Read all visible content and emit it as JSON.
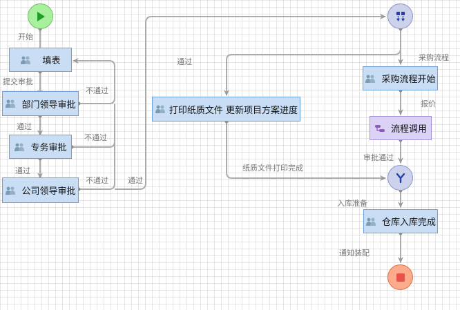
{
  "diagram": {
    "nodes": {
      "start": {
        "type": "start-event",
        "icon": "play-icon"
      },
      "fill_form": {
        "label": "填表",
        "type": "user-task",
        "icon": "users-icon"
      },
      "dept_approval": {
        "label": "部门领导审批",
        "type": "user-task",
        "icon": "users-icon"
      },
      "affairs_approval": {
        "label": "专务审批",
        "type": "user-task",
        "icon": "users-icon"
      },
      "company_approval": {
        "label": "公司领导审批",
        "type": "user-task",
        "icon": "users-icon"
      },
      "print_update": {
        "label": "打印纸质文件 更新项目方案进度",
        "type": "user-task",
        "icon": "users-icon"
      },
      "parallel_fork": {
        "type": "parallel-gateway",
        "icon": "fork-icon"
      },
      "purchase_start": {
        "label": "采购流程开始",
        "type": "user-task",
        "icon": "users-icon"
      },
      "process_call": {
        "label": "流程调用",
        "type": "call-activity",
        "icon": "subprocess-icon"
      },
      "parallel_join": {
        "type": "parallel-gateway",
        "icon": "join-icon"
      },
      "warehouse_done": {
        "label": "仓库入库完成",
        "type": "user-task",
        "icon": "users-icon"
      },
      "end": {
        "type": "end-event",
        "icon": "stop-icon"
      }
    },
    "edges": {
      "start_to_fill": "开始",
      "fill_to_dept": "提交审批",
      "dept_reject": "不通过",
      "dept_to_affairs": "通过",
      "affairs_reject": "不通过",
      "affairs_to_company": "通过",
      "company_reject": "不通过",
      "company_pass": "通过",
      "fork_to_print": "通过",
      "fork_to_purchase": "采购流程",
      "purchase_to_call": "报价",
      "call_to_join": "审批通过",
      "print_to_join": "纸质文件打印完成",
      "join_to_warehouse": "入库准备",
      "warehouse_to_end": "通知装配"
    }
  },
  "colors": {
    "task_fill": "#c9def5",
    "task_border": "#6fa0db",
    "call_fill": "#dcd2f5",
    "start_fill": "#a8ef9e",
    "gateway_fill": "#cdd2ec",
    "end_fill": "#fcab8c",
    "end_core": "#e8524a",
    "edge": "#a6a6a6"
  }
}
